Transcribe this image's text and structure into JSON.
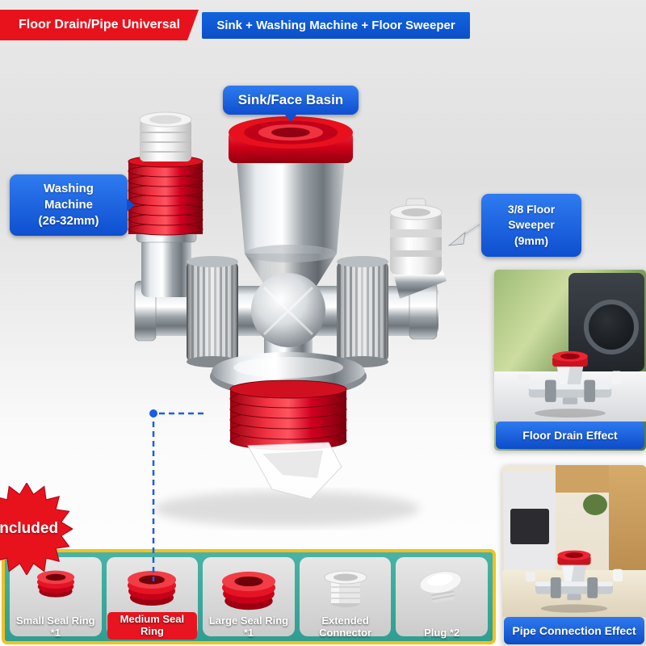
{
  "colors": {
    "brand_red": "#e8121d",
    "brand_blue": "#1264df",
    "panel_teal": "#3aada2",
    "panel_border_yellow": "#f2c21c",
    "seal_red": "#d01020"
  },
  "header": {
    "left_badge": "Floor Drain/Pipe Universal",
    "right_title": "Sink + Washing Machine + Floor Sweeper"
  },
  "callouts": {
    "sink": "Sink/Face Basin",
    "washing_machine": "Washing\nMachine\n(26-32mm)",
    "floor_sweeper": "3/8 Floor\nSweeper\n(9mm)"
  },
  "effect_panels": [
    {
      "label": "Floor Drain Effect"
    },
    {
      "label": "Pipe Connection Effect"
    }
  ],
  "included": {
    "badge": "Included",
    "items": [
      {
        "label": "Small Seal Ring *1",
        "highlighted": false
      },
      {
        "label": "Medium Seal Ring",
        "highlighted": true
      },
      {
        "label": "Large Seal Ring *1",
        "highlighted": false
      },
      {
        "label": "Extended Connector",
        "highlighted": false
      },
      {
        "label": "Plug *2",
        "highlighted": false
      }
    ]
  }
}
